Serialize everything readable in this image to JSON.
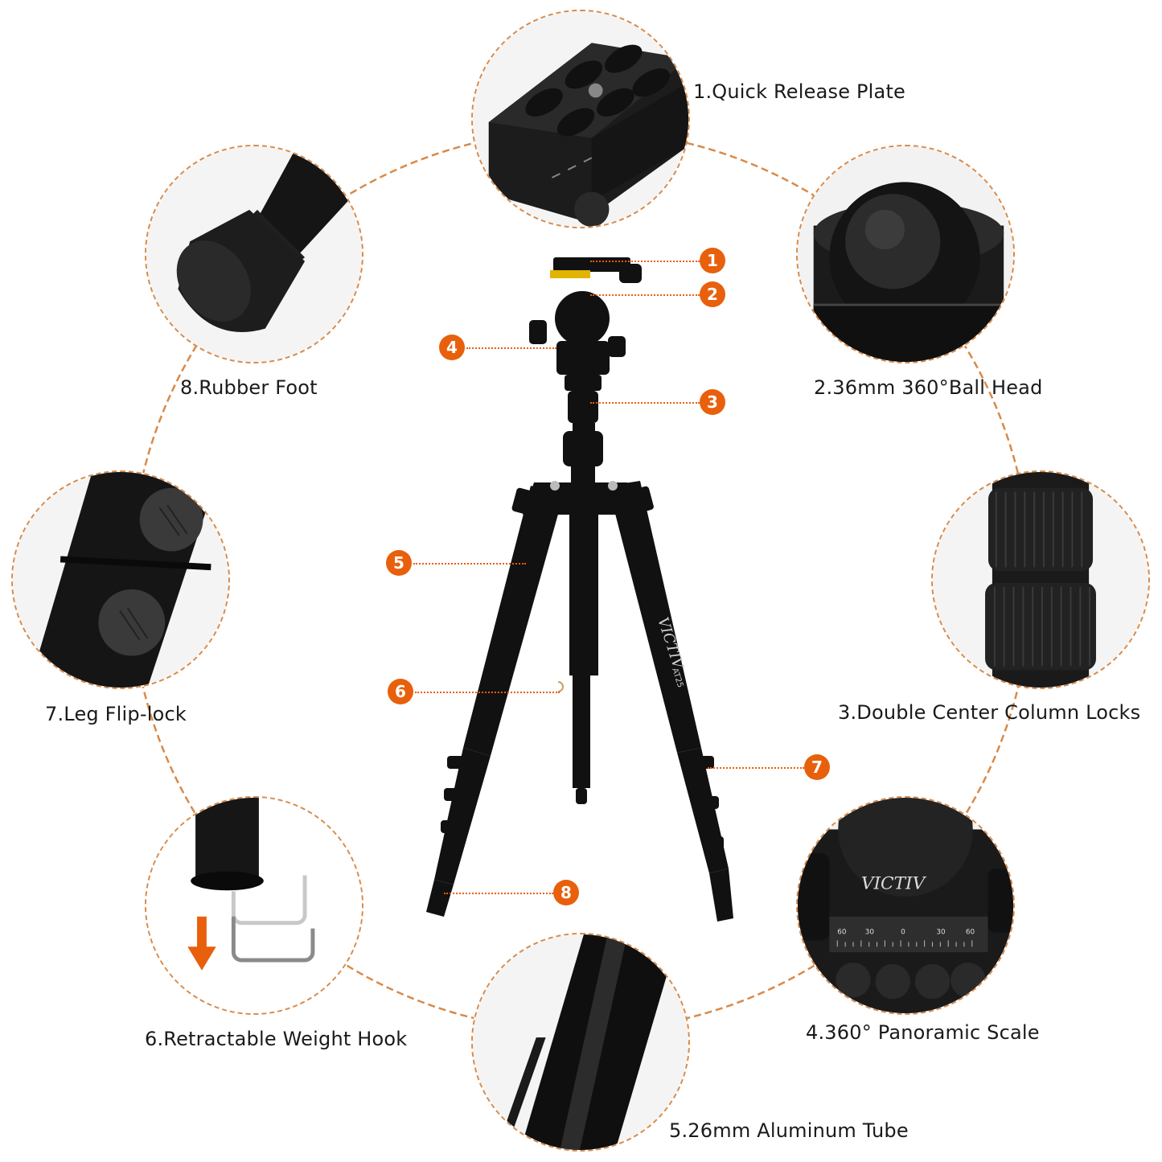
{
  "colors": {
    "accent": "#e8600c",
    "ring": "#d88a4a",
    "product": "#111111",
    "text": "#1a1a1a"
  },
  "features": [
    {
      "id": "quick-release-plate",
      "label": "1.Quick Release Plate",
      "icon": "quick-release-plate"
    },
    {
      "id": "ball-head",
      "label": "2.36mm 360°Ball Head",
      "icon": "ball-head"
    },
    {
      "id": "center-column-locks",
      "label": "3.Double Center Column Locks",
      "icon": "knurled-locks"
    },
    {
      "id": "panoramic-scale",
      "label": "4.360° Panoramic Scale",
      "icon": "panoramic-base"
    },
    {
      "id": "aluminum-tube",
      "label": "5.26mm Aluminum Tube",
      "icon": "aluminum-tube"
    },
    {
      "id": "weight-hook",
      "label": "6.Retractable Weight Hook",
      "icon": "weight-hook"
    },
    {
      "id": "leg-flip-lock",
      "label": "7.Leg Flip-lock",
      "icon": "flip-lock"
    },
    {
      "id": "rubber-foot",
      "label": "8.Rubber Foot",
      "icon": "rubber-foot"
    }
  ],
  "markers": [
    "1",
    "2",
    "3",
    "4",
    "5",
    "6",
    "7",
    "8"
  ],
  "brand": {
    "logo_text": "VICTIV",
    "model_text": "AT25"
  },
  "scale_marks": [
    "60",
    "30",
    "0",
    "30",
    "60"
  ]
}
